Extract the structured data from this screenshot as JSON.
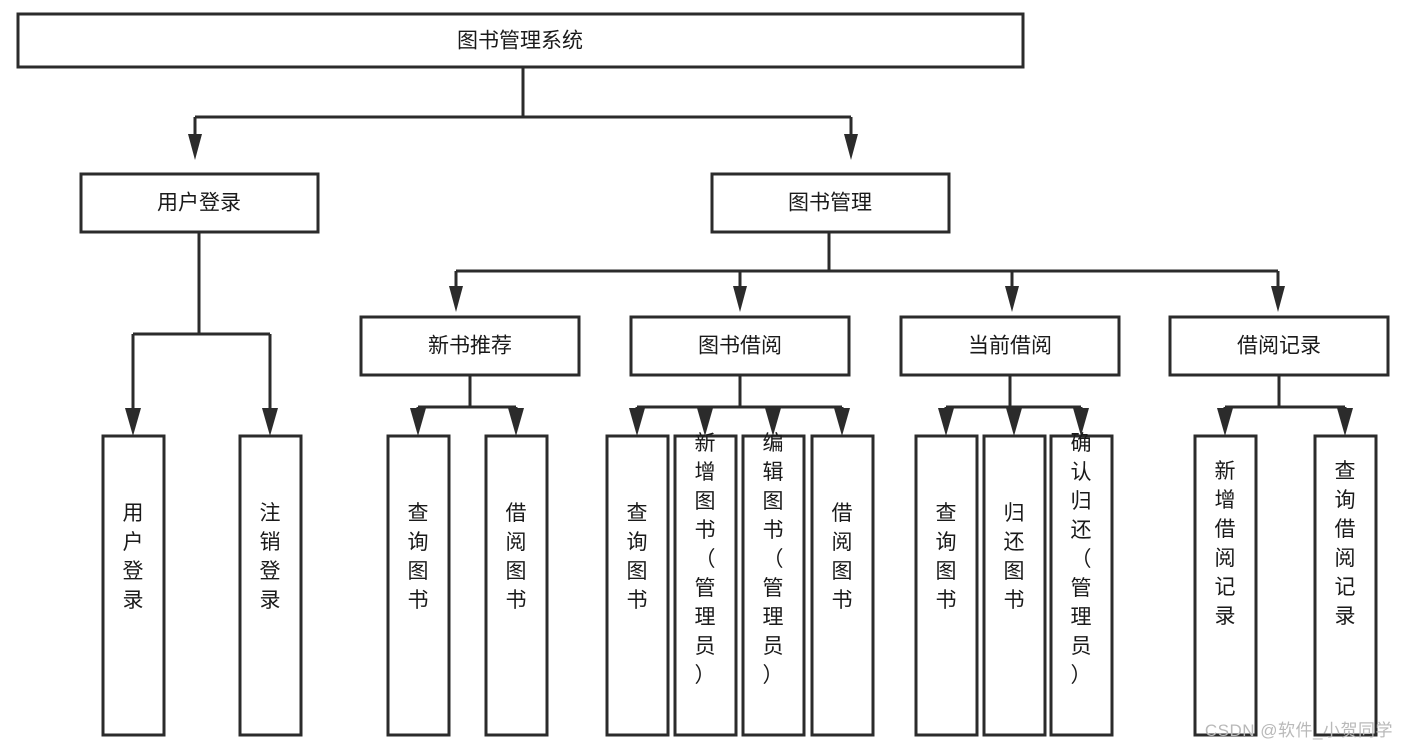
{
  "diagram": {
    "title": "图书管理系统",
    "type": "tree-hierarchy-diagram",
    "watermark": "CSDN @软件_小贺同学",
    "colors": {
      "stroke": "#2b2b2b",
      "box_fill": "#ffffff",
      "text": "#1a1a1a",
      "background": "#ffffff",
      "watermark": "#b9b9b9"
    },
    "root": {
      "label": "图书管理系统",
      "orientation": "horizontal"
    },
    "level1": [
      {
        "label": "用户登录",
        "orientation": "horizontal"
      },
      {
        "label": "图书管理",
        "orientation": "horizontal"
      }
    ],
    "level2": [
      {
        "label": "新书推荐",
        "orientation": "horizontal",
        "parent": "图书管理"
      },
      {
        "label": "图书借阅",
        "orientation": "horizontal",
        "parent": "图书管理"
      },
      {
        "label": "当前借阅",
        "orientation": "horizontal",
        "parent": "图书管理"
      },
      {
        "label": "借阅记录",
        "orientation": "horizontal",
        "parent": "图书管理"
      }
    ],
    "leaves": {
      "user_login": [
        {
          "label": "用户登录",
          "orientation": "vertical"
        },
        {
          "label": "注销登录",
          "orientation": "vertical"
        }
      ],
      "new_book_recommend": [
        {
          "label": "查询图书",
          "orientation": "vertical"
        },
        {
          "label": "借阅图书",
          "orientation": "vertical"
        }
      ],
      "book_borrow": [
        {
          "label": "查询图书",
          "orientation": "vertical"
        },
        {
          "label": "新增图书（管理员）",
          "orientation": "vertical"
        },
        {
          "label": "编辑图书（管理员）",
          "orientation": "vertical"
        },
        {
          "label": "借阅图书",
          "orientation": "vertical"
        }
      ],
      "current_borrow": [
        {
          "label": "查询图书",
          "orientation": "vertical"
        },
        {
          "label": "归还图书",
          "orientation": "vertical"
        },
        {
          "label": "确认归还（管理员）",
          "orientation": "vertical"
        }
      ],
      "borrow_record": [
        {
          "label": "新增借阅记录",
          "orientation": "vertical"
        },
        {
          "label": "查询借阅记录",
          "orientation": "vertical"
        }
      ]
    }
  }
}
